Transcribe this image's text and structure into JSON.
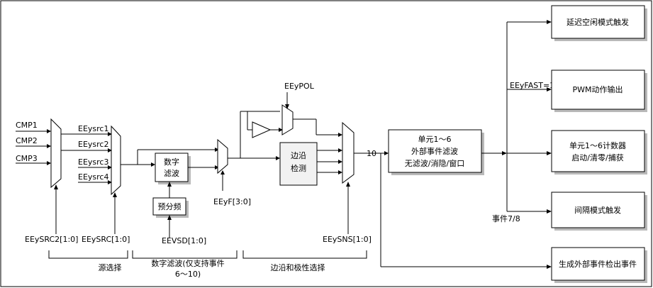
{
  "inputs": {
    "cmp1": "CMP1",
    "cmp2": "CMP2",
    "cmp3": "CMP3"
  },
  "sources": {
    "src1": "EEysrc1",
    "src2": "EEysrc2",
    "src3": "EEysrc3",
    "src4": "EEysrc4"
  },
  "selects": {
    "src2_sel": "EEySRC2[1:0]",
    "src_sel": "EEySRC[1:0]",
    "vsd_sel": "EEVSD[1:0]",
    "filter_sel": "EEyF[3:0]",
    "sns_sel": "EEySNS[1:0]",
    "pol": "EEyPOL"
  },
  "blocks": {
    "digital_filter_l1": "数字",
    "digital_filter_l2": "滤波",
    "prescaler": "预分频",
    "edge_detect_l1": "边沿",
    "edge_detect_l2": "检测",
    "unit_filter_l1": "单元1～6",
    "unit_filter_l2": "外部事件滤波",
    "unit_filter_l3": "无滤波/消隐/窗口"
  },
  "signal": {
    "code": "10"
  },
  "outputs": {
    "delay_idle": "延迟空闲模式触发",
    "pwm_output": "PWM动作输出",
    "counter_l1": "单元1～6计数器",
    "counter_l2": "启动/清零/捕获",
    "interval_trigger": "间隔模式触发",
    "gen_event": "生成外部事件检出事件",
    "fast_label": "EEyFAST=1",
    "event_label": "事件7/8"
  },
  "sections": {
    "source_select": "源选择",
    "digital_filter_l1": "数字滤波(仅支持事件",
    "digital_filter_l2": "6～10)",
    "edge_polarity": "边沿和极性选择"
  }
}
